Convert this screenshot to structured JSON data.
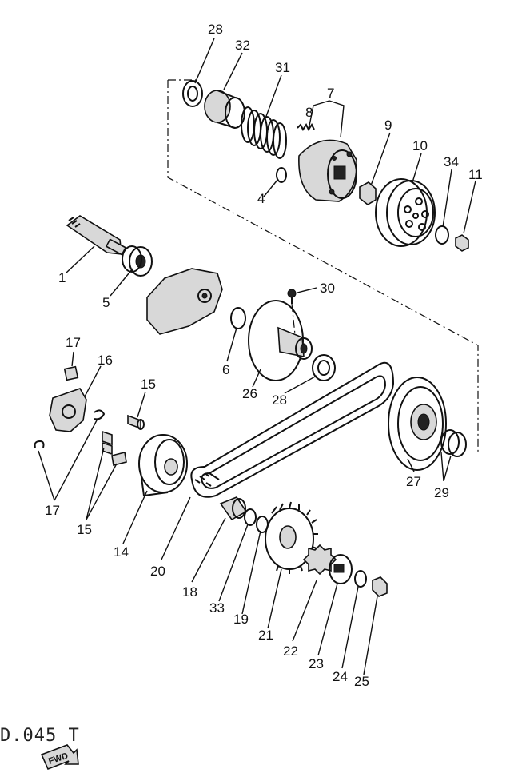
{
  "diagram_code": "D.045 T",
  "fwd_label": "FWD",
  "parts": [
    {
      "id": "p1",
      "label": "1"
    },
    {
      "id": "p4",
      "label": "4"
    },
    {
      "id": "p5",
      "label": "5"
    },
    {
      "id": "p6",
      "label": "6"
    },
    {
      "id": "p7",
      "label": "7"
    },
    {
      "id": "p8",
      "label": "8"
    },
    {
      "id": "p9",
      "label": "9"
    },
    {
      "id": "p10",
      "label": "10"
    },
    {
      "id": "p11",
      "label": "11"
    },
    {
      "id": "p14",
      "label": "14"
    },
    {
      "id": "p15a",
      "label": "15"
    },
    {
      "id": "p15b",
      "label": "15"
    },
    {
      "id": "p16",
      "label": "16"
    },
    {
      "id": "p17a",
      "label": "17"
    },
    {
      "id": "p17b",
      "label": "17"
    },
    {
      "id": "p18",
      "label": "18"
    },
    {
      "id": "p19",
      "label": "19"
    },
    {
      "id": "p20",
      "label": "20"
    },
    {
      "id": "p21",
      "label": "21"
    },
    {
      "id": "p22",
      "label": "22"
    },
    {
      "id": "p23",
      "label": "23"
    },
    {
      "id": "p24",
      "label": "24"
    },
    {
      "id": "p25",
      "label": "25"
    },
    {
      "id": "p26",
      "label": "26"
    },
    {
      "id": "p27",
      "label": "27"
    },
    {
      "id": "p28a",
      "label": "28"
    },
    {
      "id": "p28b",
      "label": "28"
    },
    {
      "id": "p29",
      "label": "29"
    },
    {
      "id": "p30",
      "label": "30"
    },
    {
      "id": "p31",
      "label": "31"
    },
    {
      "id": "p32",
      "label": "32"
    },
    {
      "id": "p33",
      "label": "33"
    },
    {
      "id": "p34",
      "label": "34"
    }
  ]
}
